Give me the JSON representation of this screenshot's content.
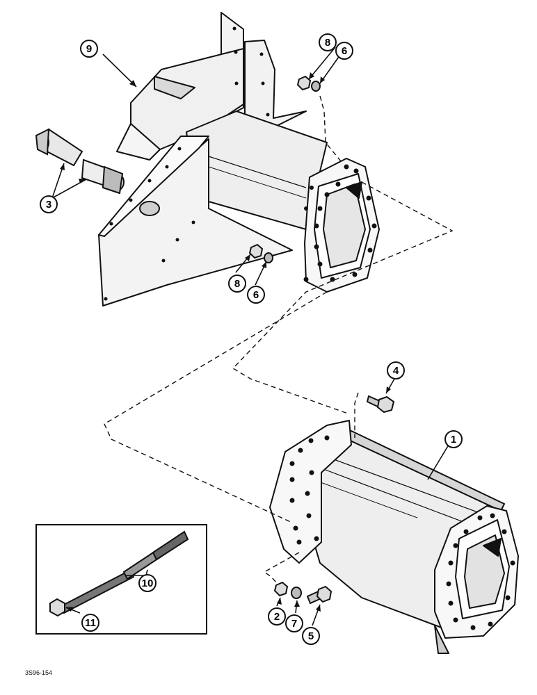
{
  "diagram": {
    "callouts": [
      {
        "id": "c1",
        "label": "1"
      },
      {
        "id": "c2",
        "label": "2"
      },
      {
        "id": "c3",
        "label": "3"
      },
      {
        "id": "c4",
        "label": "4"
      },
      {
        "id": "c5",
        "label": "5"
      },
      {
        "id": "c6a",
        "label": "6"
      },
      {
        "id": "c6b",
        "label": "6"
      },
      {
        "id": "c7",
        "label": "7"
      },
      {
        "id": "c8a",
        "label": "8"
      },
      {
        "id": "c8b",
        "label": "8"
      },
      {
        "id": "c9",
        "label": "9"
      },
      {
        "id": "c10",
        "label": "10"
      },
      {
        "id": "c11",
        "label": "11"
      }
    ],
    "figure_code": "3S96-154"
  }
}
